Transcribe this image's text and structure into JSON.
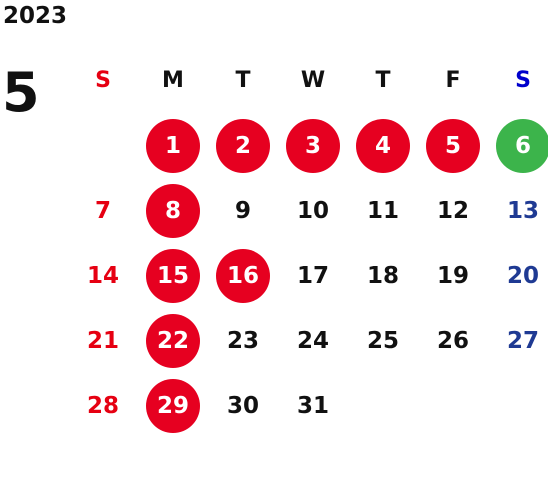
{
  "year": "2023",
  "month": "5",
  "colors": {
    "sunday": "#e60012",
    "saturday": "#1f3a93",
    "holiday_circle": "#e60020",
    "special_circle": "#3cb44b"
  },
  "weekdays": [
    "S",
    "M",
    "T",
    "W",
    "T",
    "F",
    "S"
  ],
  "weeks": [
    [
      {
        "day": ""
      },
      {
        "day": "1",
        "mark": "holiday"
      },
      {
        "day": "2",
        "mark": "holiday"
      },
      {
        "day": "3",
        "mark": "holiday"
      },
      {
        "day": "4",
        "mark": "holiday"
      },
      {
        "day": "5",
        "mark": "holiday"
      },
      {
        "day": "6",
        "mark": "special"
      }
    ],
    [
      {
        "day": "7"
      },
      {
        "day": "8",
        "mark": "holiday"
      },
      {
        "day": "9"
      },
      {
        "day": "10"
      },
      {
        "day": "11"
      },
      {
        "day": "12"
      },
      {
        "day": "13"
      }
    ],
    [
      {
        "day": "14"
      },
      {
        "day": "15",
        "mark": "holiday"
      },
      {
        "day": "16",
        "mark": "holiday"
      },
      {
        "day": "17"
      },
      {
        "day": "18"
      },
      {
        "day": "19"
      },
      {
        "day": "20"
      }
    ],
    [
      {
        "day": "21"
      },
      {
        "day": "22",
        "mark": "holiday"
      },
      {
        "day": "23"
      },
      {
        "day": "24"
      },
      {
        "day": "25"
      },
      {
        "day": "26"
      },
      {
        "day": "27"
      }
    ],
    [
      {
        "day": "28"
      },
      {
        "day": "29",
        "mark": "holiday"
      },
      {
        "day": "30"
      },
      {
        "day": "31"
      },
      {
        "day": ""
      },
      {
        "day": ""
      },
      {
        "day": ""
      }
    ]
  ]
}
